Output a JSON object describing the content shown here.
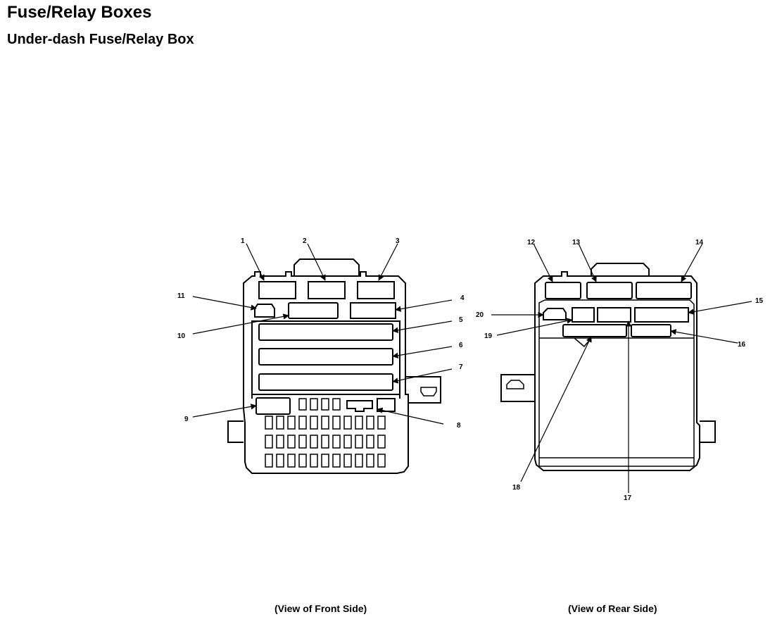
{
  "header": {
    "title": "Fuse/Relay Boxes",
    "subtitle": "Under-dash Fuse/Relay Box"
  },
  "captions": {
    "front": "(View of Front Side)",
    "rear": "(View of Rear Side)"
  },
  "callouts": {
    "c1": "1",
    "c2": "2",
    "c3": "3",
    "c4": "4",
    "c5": "5",
    "c6": "6",
    "c7": "7",
    "c8": "8",
    "c9": "9",
    "c10": "10",
    "c11": "11",
    "c12": "12",
    "c13": "13",
    "c14": "14",
    "c15": "15",
    "c16": "16",
    "c17": "17",
    "c18": "18",
    "c19": "19",
    "c20": "20"
  }
}
